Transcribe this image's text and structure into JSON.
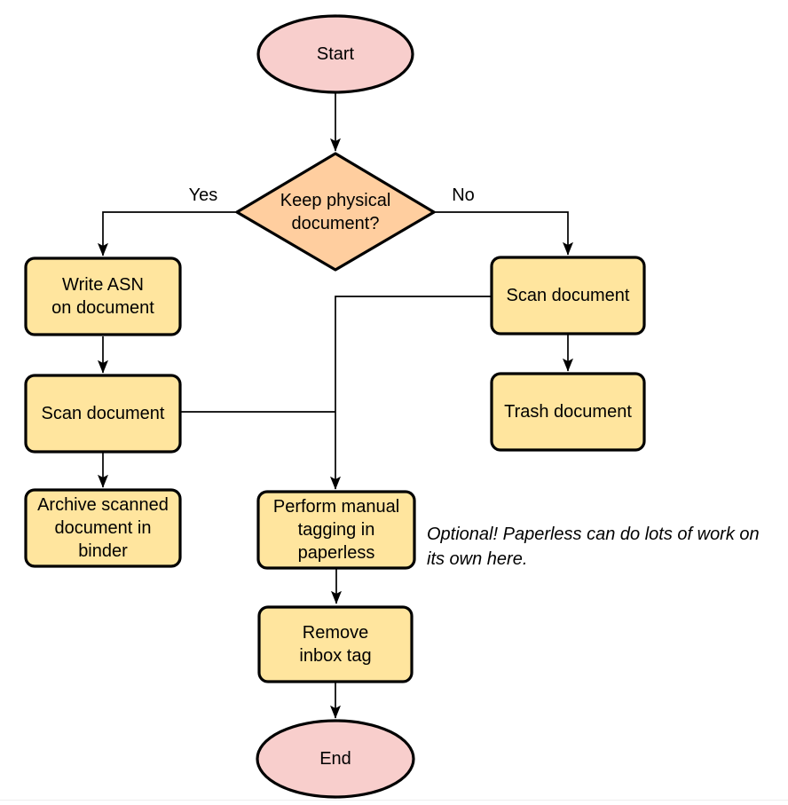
{
  "diagram": {
    "nodes": {
      "start": {
        "label": "Start",
        "type": "terminator"
      },
      "decision": {
        "label": "Keep physical\ndocument?",
        "type": "decision"
      },
      "write_asn": {
        "label": "Write ASN\non document",
        "type": "process"
      },
      "scan_left": {
        "label": "Scan document",
        "type": "process"
      },
      "archive": {
        "label": "Archive scanned\ndocument in\nbinder",
        "type": "process"
      },
      "scan_right": {
        "label": "Scan document",
        "type": "process"
      },
      "trash": {
        "label": "Trash document",
        "type": "process"
      },
      "perform_tagging": {
        "label": "Perform manual\ntagging in\npaperless",
        "type": "process"
      },
      "remove_inbox_tag": {
        "label": "Remove\ninbox tag",
        "type": "process"
      },
      "end": {
        "label": "End",
        "type": "terminator"
      }
    },
    "edge_labels": {
      "yes": "Yes",
      "no": "No"
    },
    "note": "Optional! Paperless can do lots of work on\nits own here.",
    "colors": {
      "terminator_fill": "#f8cecc",
      "decision_fill": "#ffce9f",
      "process_fill": "#ffe59e",
      "outline": "#000000",
      "connector": "#000000"
    }
  }
}
